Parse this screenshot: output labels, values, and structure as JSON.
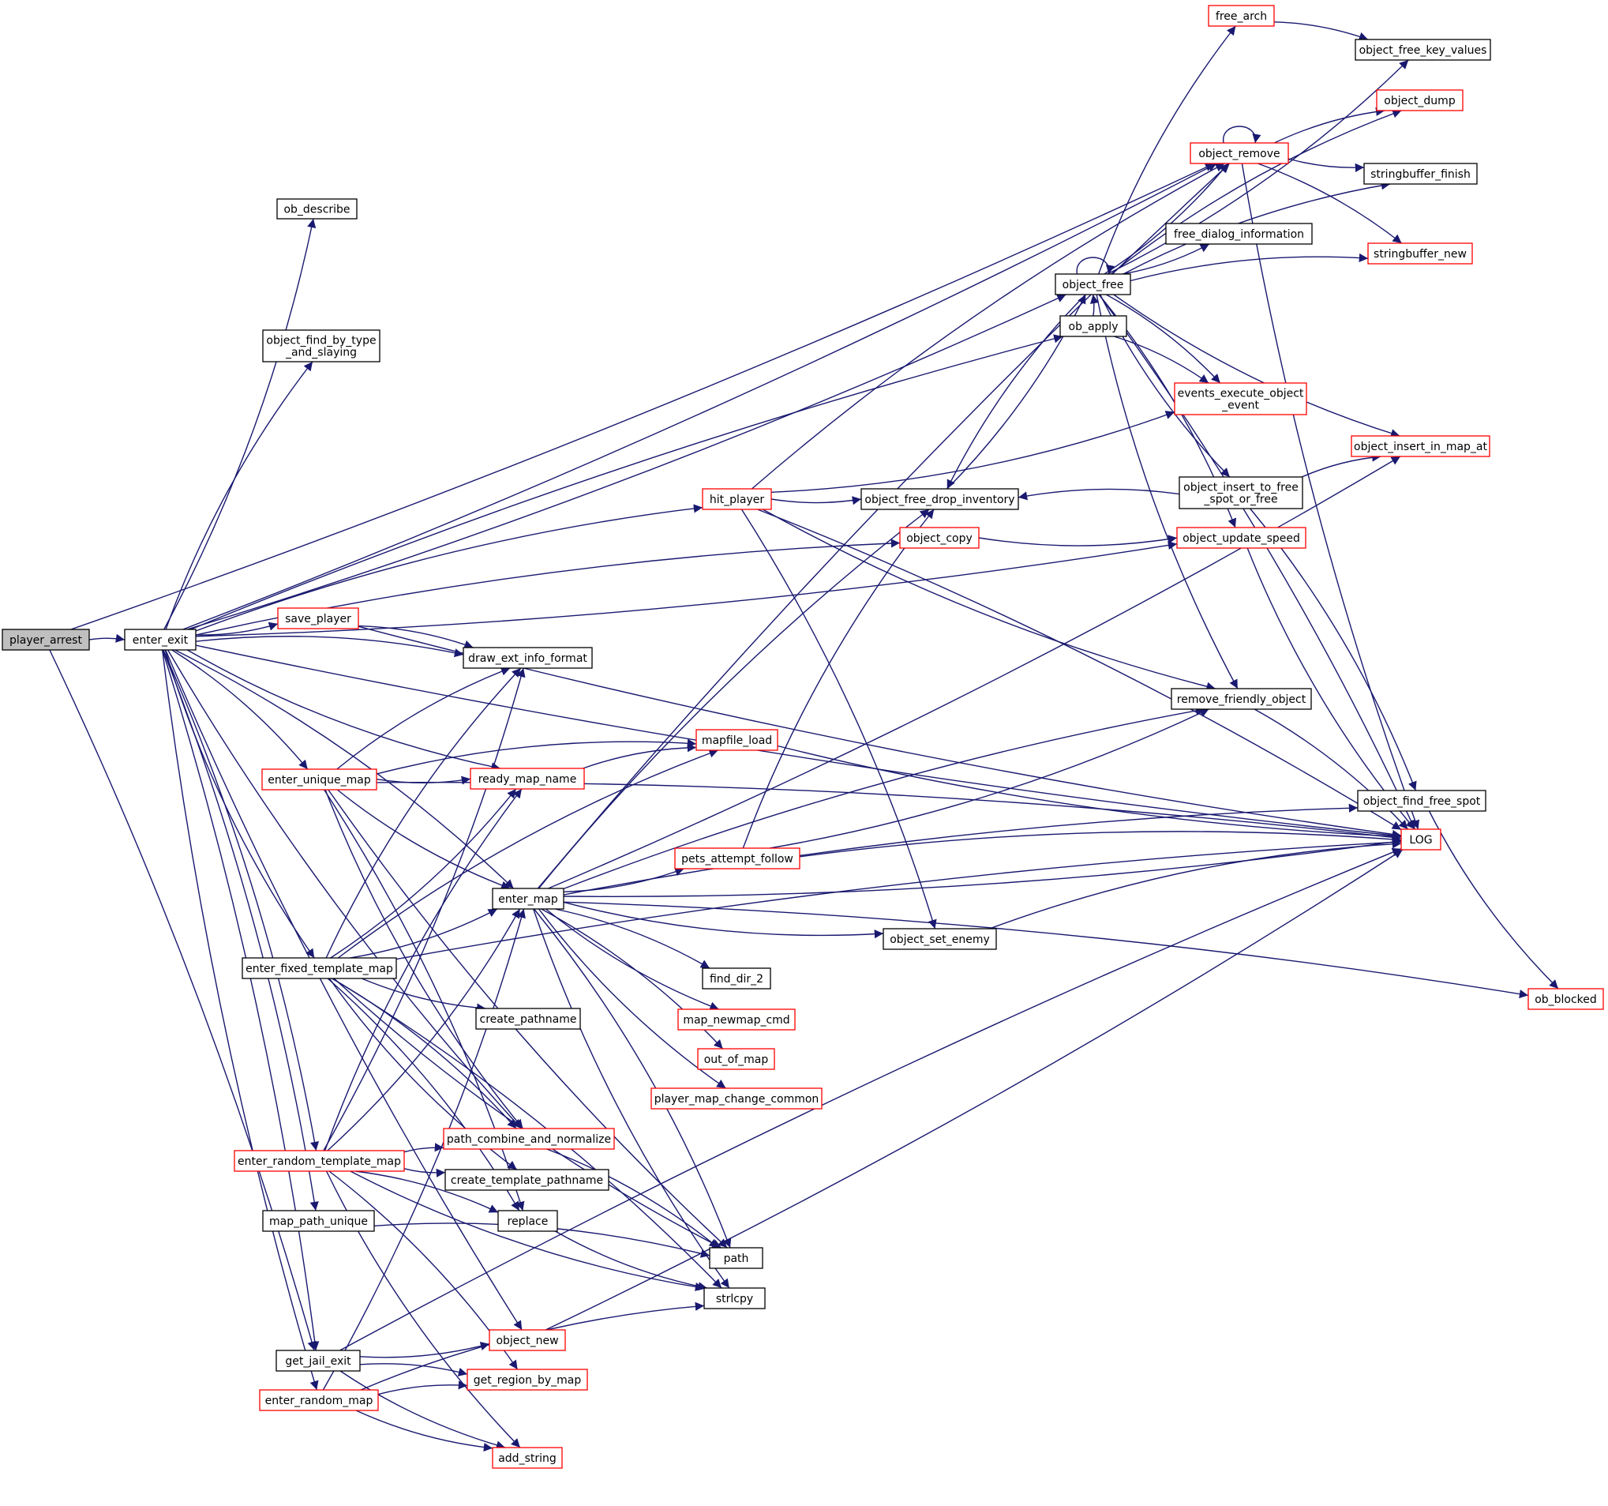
{
  "colors": {
    "edge": "#191970",
    "node_border": "#000000",
    "truncated_border": "#ff0000",
    "root_fill": "#bfbfbf",
    "node_fill": "#ffffff"
  },
  "nodes": [
    {
      "id": "player_arrest",
      "lines": [
        "player_arrest"
      ],
      "kind": "root"
    },
    {
      "id": "enter_exit",
      "lines": [
        "enter_exit"
      ],
      "kind": "normal"
    },
    {
      "id": "ob_describe",
      "lines": [
        "ob_describe"
      ],
      "kind": "normal"
    },
    {
      "id": "object_find_by_type_and_slaying",
      "lines": [
        "object_find_by_type",
        "_and_slaying"
      ],
      "kind": "normal"
    },
    {
      "id": "save_player",
      "lines": [
        "save_player"
      ],
      "kind": "truncated"
    },
    {
      "id": "draw_ext_info_format",
      "lines": [
        "draw_ext_info_format"
      ],
      "kind": "normal"
    },
    {
      "id": "enter_unique_map",
      "lines": [
        "enter_unique_map"
      ],
      "kind": "truncated"
    },
    {
      "id": "ready_map_name",
      "lines": [
        "ready_map_name"
      ],
      "kind": "truncated"
    },
    {
      "id": "enter_map",
      "lines": [
        "enter_map"
      ],
      "kind": "normal"
    },
    {
      "id": "enter_fixed_template_map",
      "lines": [
        "enter_fixed_template_map"
      ],
      "kind": "normal"
    },
    {
      "id": "create_pathname",
      "lines": [
        "create_pathname"
      ],
      "kind": "normal"
    },
    {
      "id": "enter_random_template_map",
      "lines": [
        "enter_random_template_map"
      ],
      "kind": "truncated"
    },
    {
      "id": "path_combine_and_normalize",
      "lines": [
        "path_combine_and_normalize"
      ],
      "kind": "truncated"
    },
    {
      "id": "create_template_pathname",
      "lines": [
        "create_template_pathname"
      ],
      "kind": "normal"
    },
    {
      "id": "map_path_unique",
      "lines": [
        "map_path_unique"
      ],
      "kind": "normal"
    },
    {
      "id": "replace",
      "lines": [
        "replace"
      ],
      "kind": "normal"
    },
    {
      "id": "get_jail_exit",
      "lines": [
        "get_jail_exit"
      ],
      "kind": "normal"
    },
    {
      "id": "object_new",
      "lines": [
        "object_new"
      ],
      "kind": "truncated"
    },
    {
      "id": "enter_random_map",
      "lines": [
        "enter_random_map"
      ],
      "kind": "truncated"
    },
    {
      "id": "get_region_by_map",
      "lines": [
        "get_region_by_map"
      ],
      "kind": "truncated"
    },
    {
      "id": "add_string",
      "lines": [
        "add_string"
      ],
      "kind": "truncated"
    },
    {
      "id": "mapfile_load",
      "lines": [
        "mapfile_load"
      ],
      "kind": "truncated"
    },
    {
      "id": "hit_player",
      "lines": [
        "hit_player"
      ],
      "kind": "truncated"
    },
    {
      "id": "object_copy",
      "lines": [
        "object_copy"
      ],
      "kind": "truncated"
    },
    {
      "id": "pets_attempt_follow",
      "lines": [
        "pets_attempt_follow"
      ],
      "kind": "truncated"
    },
    {
      "id": "find_dir_2",
      "lines": [
        "find_dir_2"
      ],
      "kind": "normal"
    },
    {
      "id": "map_newmap_cmd",
      "lines": [
        "map_newmap_cmd"
      ],
      "kind": "truncated"
    },
    {
      "id": "out_of_map",
      "lines": [
        "out_of_map"
      ],
      "kind": "truncated"
    },
    {
      "id": "player_map_change_common",
      "lines": [
        "player_map_change_common"
      ],
      "kind": "truncated"
    },
    {
      "id": "path",
      "lines": [
        "path"
      ],
      "kind": "normal"
    },
    {
      "id": "strlcpy",
      "lines": [
        "strlcpy"
      ],
      "kind": "normal"
    },
    {
      "id": "object_free_drop_inventory",
      "lines": [
        "object_free_drop_inventory"
      ],
      "kind": "normal"
    },
    {
      "id": "object_set_enemy",
      "lines": [
        "object_set_enemy"
      ],
      "kind": "normal"
    },
    {
      "id": "object_free",
      "lines": [
        "object_free"
      ],
      "kind": "normal"
    },
    {
      "id": "ob_apply",
      "lines": [
        "ob_apply"
      ],
      "kind": "normal"
    },
    {
      "id": "free_arch",
      "lines": [
        "free_arch"
      ],
      "kind": "truncated"
    },
    {
      "id": "object_remove",
      "lines": [
        "object_remove"
      ],
      "kind": "truncated"
    },
    {
      "id": "free_dialog_information",
      "lines": [
        "free_dialog_information"
      ],
      "kind": "normal"
    },
    {
      "id": "events_execute_object_event",
      "lines": [
        "events_execute_object",
        "_event"
      ],
      "kind": "truncated"
    },
    {
      "id": "object_insert_to_free_spot_or_free",
      "lines": [
        "object_insert_to_free",
        "_spot_or_free"
      ],
      "kind": "normal"
    },
    {
      "id": "object_update_speed",
      "lines": [
        "object_update_speed"
      ],
      "kind": "truncated"
    },
    {
      "id": "remove_friendly_object",
      "lines": [
        "remove_friendly_object"
      ],
      "kind": "normal"
    },
    {
      "id": "object_free_key_values",
      "lines": [
        "object_free_key_values"
      ],
      "kind": "normal"
    },
    {
      "id": "object_dump",
      "lines": [
        "object_dump"
      ],
      "kind": "truncated"
    },
    {
      "id": "stringbuffer_finish",
      "lines": [
        "stringbuffer_finish"
      ],
      "kind": "normal"
    },
    {
      "id": "stringbuffer_new",
      "lines": [
        "stringbuffer_new"
      ],
      "kind": "truncated"
    },
    {
      "id": "object_insert_in_map_at",
      "lines": [
        "object_insert_in_map_at"
      ],
      "kind": "truncated"
    },
    {
      "id": "object_find_free_spot",
      "lines": [
        "object_find_free_spot"
      ],
      "kind": "normal"
    },
    {
      "id": "LOG",
      "lines": [
        "LOG"
      ],
      "kind": "truncated"
    },
    {
      "id": "ob_blocked",
      "lines": [
        "ob_blocked"
      ],
      "kind": "truncated"
    }
  ],
  "edges": [
    [
      "player_arrest",
      "enter_exit"
    ],
    [
      "player_arrest",
      "object_remove"
    ],
    [
      "player_arrest",
      "get_jail_exit"
    ],
    [
      "enter_exit",
      "ob_describe"
    ],
    [
      "enter_exit",
      "object_find_by_type_and_slaying"
    ],
    [
      "enter_exit",
      "object_free"
    ],
    [
      "enter_exit",
      "ob_apply"
    ],
    [
      "enter_exit",
      "object_remove"
    ],
    [
      "enter_exit",
      "hit_player"
    ],
    [
      "enter_exit",
      "object_update_speed"
    ],
    [
      "enter_exit",
      "object_copy"
    ],
    [
      "enter_exit",
      "save_player"
    ],
    [
      "enter_exit",
      "draw_ext_info_format"
    ],
    [
      "enter_exit",
      "LOG"
    ],
    [
      "enter_exit",
      "enter_unique_map"
    ],
    [
      "enter_exit",
      "ready_map_name"
    ],
    [
      "enter_exit",
      "enter_map"
    ],
    [
      "enter_exit",
      "enter_fixed_template_map"
    ],
    [
      "enter_exit",
      "enter_random_template_map"
    ],
    [
      "enter_exit",
      "path_combine_and_normalize"
    ],
    [
      "enter_exit",
      "map_path_unique"
    ],
    [
      "enter_exit",
      "object_new"
    ],
    [
      "enter_exit",
      "get_jail_exit"
    ],
    [
      "enter_exit",
      "enter_random_map"
    ],
    [
      "save_player",
      "draw_ext_info_format"
    ],
    [
      "save_player",
      "LOG"
    ],
    [
      "enter_unique_map",
      "draw_ext_info_format"
    ],
    [
      "enter_unique_map",
      "ready_map_name"
    ],
    [
      "enter_unique_map",
      "mapfile_load"
    ],
    [
      "enter_unique_map",
      "enter_map"
    ],
    [
      "enter_unique_map",
      "LOG"
    ],
    [
      "enter_unique_map",
      "path_combine_and_normalize"
    ],
    [
      "enter_unique_map",
      "replace"
    ],
    [
      "enter_unique_map",
      "path"
    ],
    [
      "ready_map_name",
      "mapfile_load"
    ],
    [
      "mapfile_load",
      "LOG"
    ],
    [
      "enter_fixed_template_map",
      "draw_ext_info_format"
    ],
    [
      "enter_fixed_template_map",
      "ready_map_name"
    ],
    [
      "enter_fixed_template_map",
      "mapfile_load"
    ],
    [
      "enter_fixed_template_map",
      "enter_map"
    ],
    [
      "enter_fixed_template_map",
      "LOG"
    ],
    [
      "enter_fixed_template_map",
      "create_pathname"
    ],
    [
      "enter_fixed_template_map",
      "path_combine_and_normalize"
    ],
    [
      "enter_fixed_template_map",
      "create_template_pathname"
    ],
    [
      "enter_fixed_template_map",
      "replace"
    ],
    [
      "enter_fixed_template_map",
      "path"
    ],
    [
      "enter_fixed_template_map",
      "strlcpy"
    ],
    [
      "enter_random_template_map",
      "draw_ext_info_format"
    ],
    [
      "enter_random_template_map",
      "ready_map_name"
    ],
    [
      "enter_random_template_map",
      "enter_map"
    ],
    [
      "enter_random_template_map",
      "path_combine_and_normalize"
    ],
    [
      "enter_random_template_map",
      "create_template_pathname"
    ],
    [
      "enter_random_template_map",
      "replace"
    ],
    [
      "enter_random_template_map",
      "strlcpy"
    ],
    [
      "enter_random_template_map",
      "get_region_by_map"
    ],
    [
      "enter_random_template_map",
      "add_string"
    ],
    [
      "path_combine_and_normalize",
      "path"
    ],
    [
      "replace",
      "strlcpy"
    ],
    [
      "map_path_unique",
      "path"
    ],
    [
      "get_jail_exit",
      "object_new"
    ],
    [
      "get_jail_exit",
      "get_region_by_map"
    ],
    [
      "get_jail_exit",
      "add_string"
    ],
    [
      "get_jail_exit",
      "LOG"
    ],
    [
      "enter_random_map",
      "enter_map"
    ],
    [
      "enter_random_map",
      "get_region_by_map"
    ],
    [
      "enter_random_map",
      "add_string"
    ],
    [
      "enter_random_map",
      "strlcpy"
    ],
    [
      "object_new",
      "LOG"
    ],
    [
      "enter_map",
      "object_remove"
    ],
    [
      "enter_map",
      "object_insert_in_map_at"
    ],
    [
      "enter_map",
      "object_free_drop_inventory"
    ],
    [
      "enter_map",
      "pets_attempt_follow"
    ],
    [
      "enter_map",
      "remove_friendly_object"
    ],
    [
      "enter_map",
      "object_set_enemy"
    ],
    [
      "enter_map",
      "find_dir_2"
    ],
    [
      "enter_map",
      "map_newmap_cmd"
    ],
    [
      "enter_map",
      "out_of_map"
    ],
    [
      "enter_map",
      "player_map_change_common"
    ],
    [
      "enter_map",
      "path"
    ],
    [
      "enter_map",
      "strlcpy"
    ],
    [
      "enter_map",
      "object_find_free_spot"
    ],
    [
      "enter_map",
      "LOG"
    ],
    [
      "enter_map",
      "ob_blocked"
    ],
    [
      "hit_player",
      "object_free_drop_inventory"
    ],
    [
      "hit_player",
      "object_remove"
    ],
    [
      "hit_player",
      "events_execute_object_event"
    ],
    [
      "hit_player",
      "object_set_enemy"
    ],
    [
      "hit_player",
      "remove_friendly_object"
    ],
    [
      "hit_player",
      "LOG"
    ],
    [
      "object_copy",
      "object_update_speed"
    ],
    [
      "pets_attempt_follow",
      "object_free_drop_inventory"
    ],
    [
      "pets_attempt_follow",
      "remove_friendly_object"
    ],
    [
      "pets_attempt_follow",
      "LOG"
    ],
    [
      "object_free_drop_inventory",
      "object_free"
    ],
    [
      "object_set_enemy",
      "LOG"
    ],
    [
      "ob_apply",
      "object_free"
    ],
    [
      "ob_apply",
      "events_execute_object_event"
    ],
    [
      "object_free",
      "object_free"
    ],
    [
      "object_free",
      "free_arch"
    ],
    [
      "object_free",
      "object_free_key_values"
    ],
    [
      "object_free",
      "object_dump"
    ],
    [
      "object_free",
      "object_remove"
    ],
    [
      "object_free",
      "stringbuffer_finish"
    ],
    [
      "object_free",
      "free_dialog_information"
    ],
    [
      "object_free",
      "stringbuffer_new"
    ],
    [
      "object_free",
      "object_insert_in_map_at"
    ],
    [
      "object_free",
      "events_execute_object_event"
    ],
    [
      "object_free",
      "object_insert_to_free_spot_or_free"
    ],
    [
      "object_free",
      "object_update_speed"
    ],
    [
      "object_free",
      "remove_friendly_object"
    ],
    [
      "object_free",
      "LOG"
    ],
    [
      "object_free",
      "object_free_drop_inventory"
    ],
    [
      "free_arch",
      "object_free_key_values"
    ],
    [
      "object_remove",
      "object_remove"
    ],
    [
      "object_remove",
      "object_dump"
    ],
    [
      "object_remove",
      "stringbuffer_finish"
    ],
    [
      "object_remove",
      "stringbuffer_new"
    ],
    [
      "object_remove",
      "LOG"
    ],
    [
      "object_insert_to_free_spot_or_free",
      "object_insert_in_map_at"
    ],
    [
      "object_insert_to_free_spot_or_free",
      "object_free_drop_inventory"
    ],
    [
      "object_insert_to_free_spot_or_free",
      "object_find_free_spot"
    ],
    [
      "object_update_speed",
      "LOG"
    ],
    [
      "remove_friendly_object",
      "LOG"
    ],
    [
      "object_find_free_spot",
      "ob_blocked"
    ]
  ]
}
